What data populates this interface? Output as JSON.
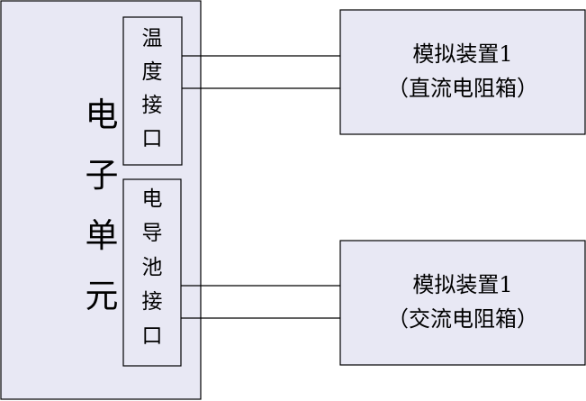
{
  "electronic_unit": {
    "title": "电子单元",
    "temperature_port": {
      "label": "温度接口"
    },
    "conductivity_port": {
      "label": "电导池接口"
    }
  },
  "devices": [
    {
      "name": "模拟装置1",
      "type": "（直流电阻箱）"
    },
    {
      "name": "模拟装置1",
      "type": "（交流电阻箱）"
    }
  ],
  "colors": {
    "box_fill": "#e8e8f4",
    "stroke": "#000000"
  }
}
